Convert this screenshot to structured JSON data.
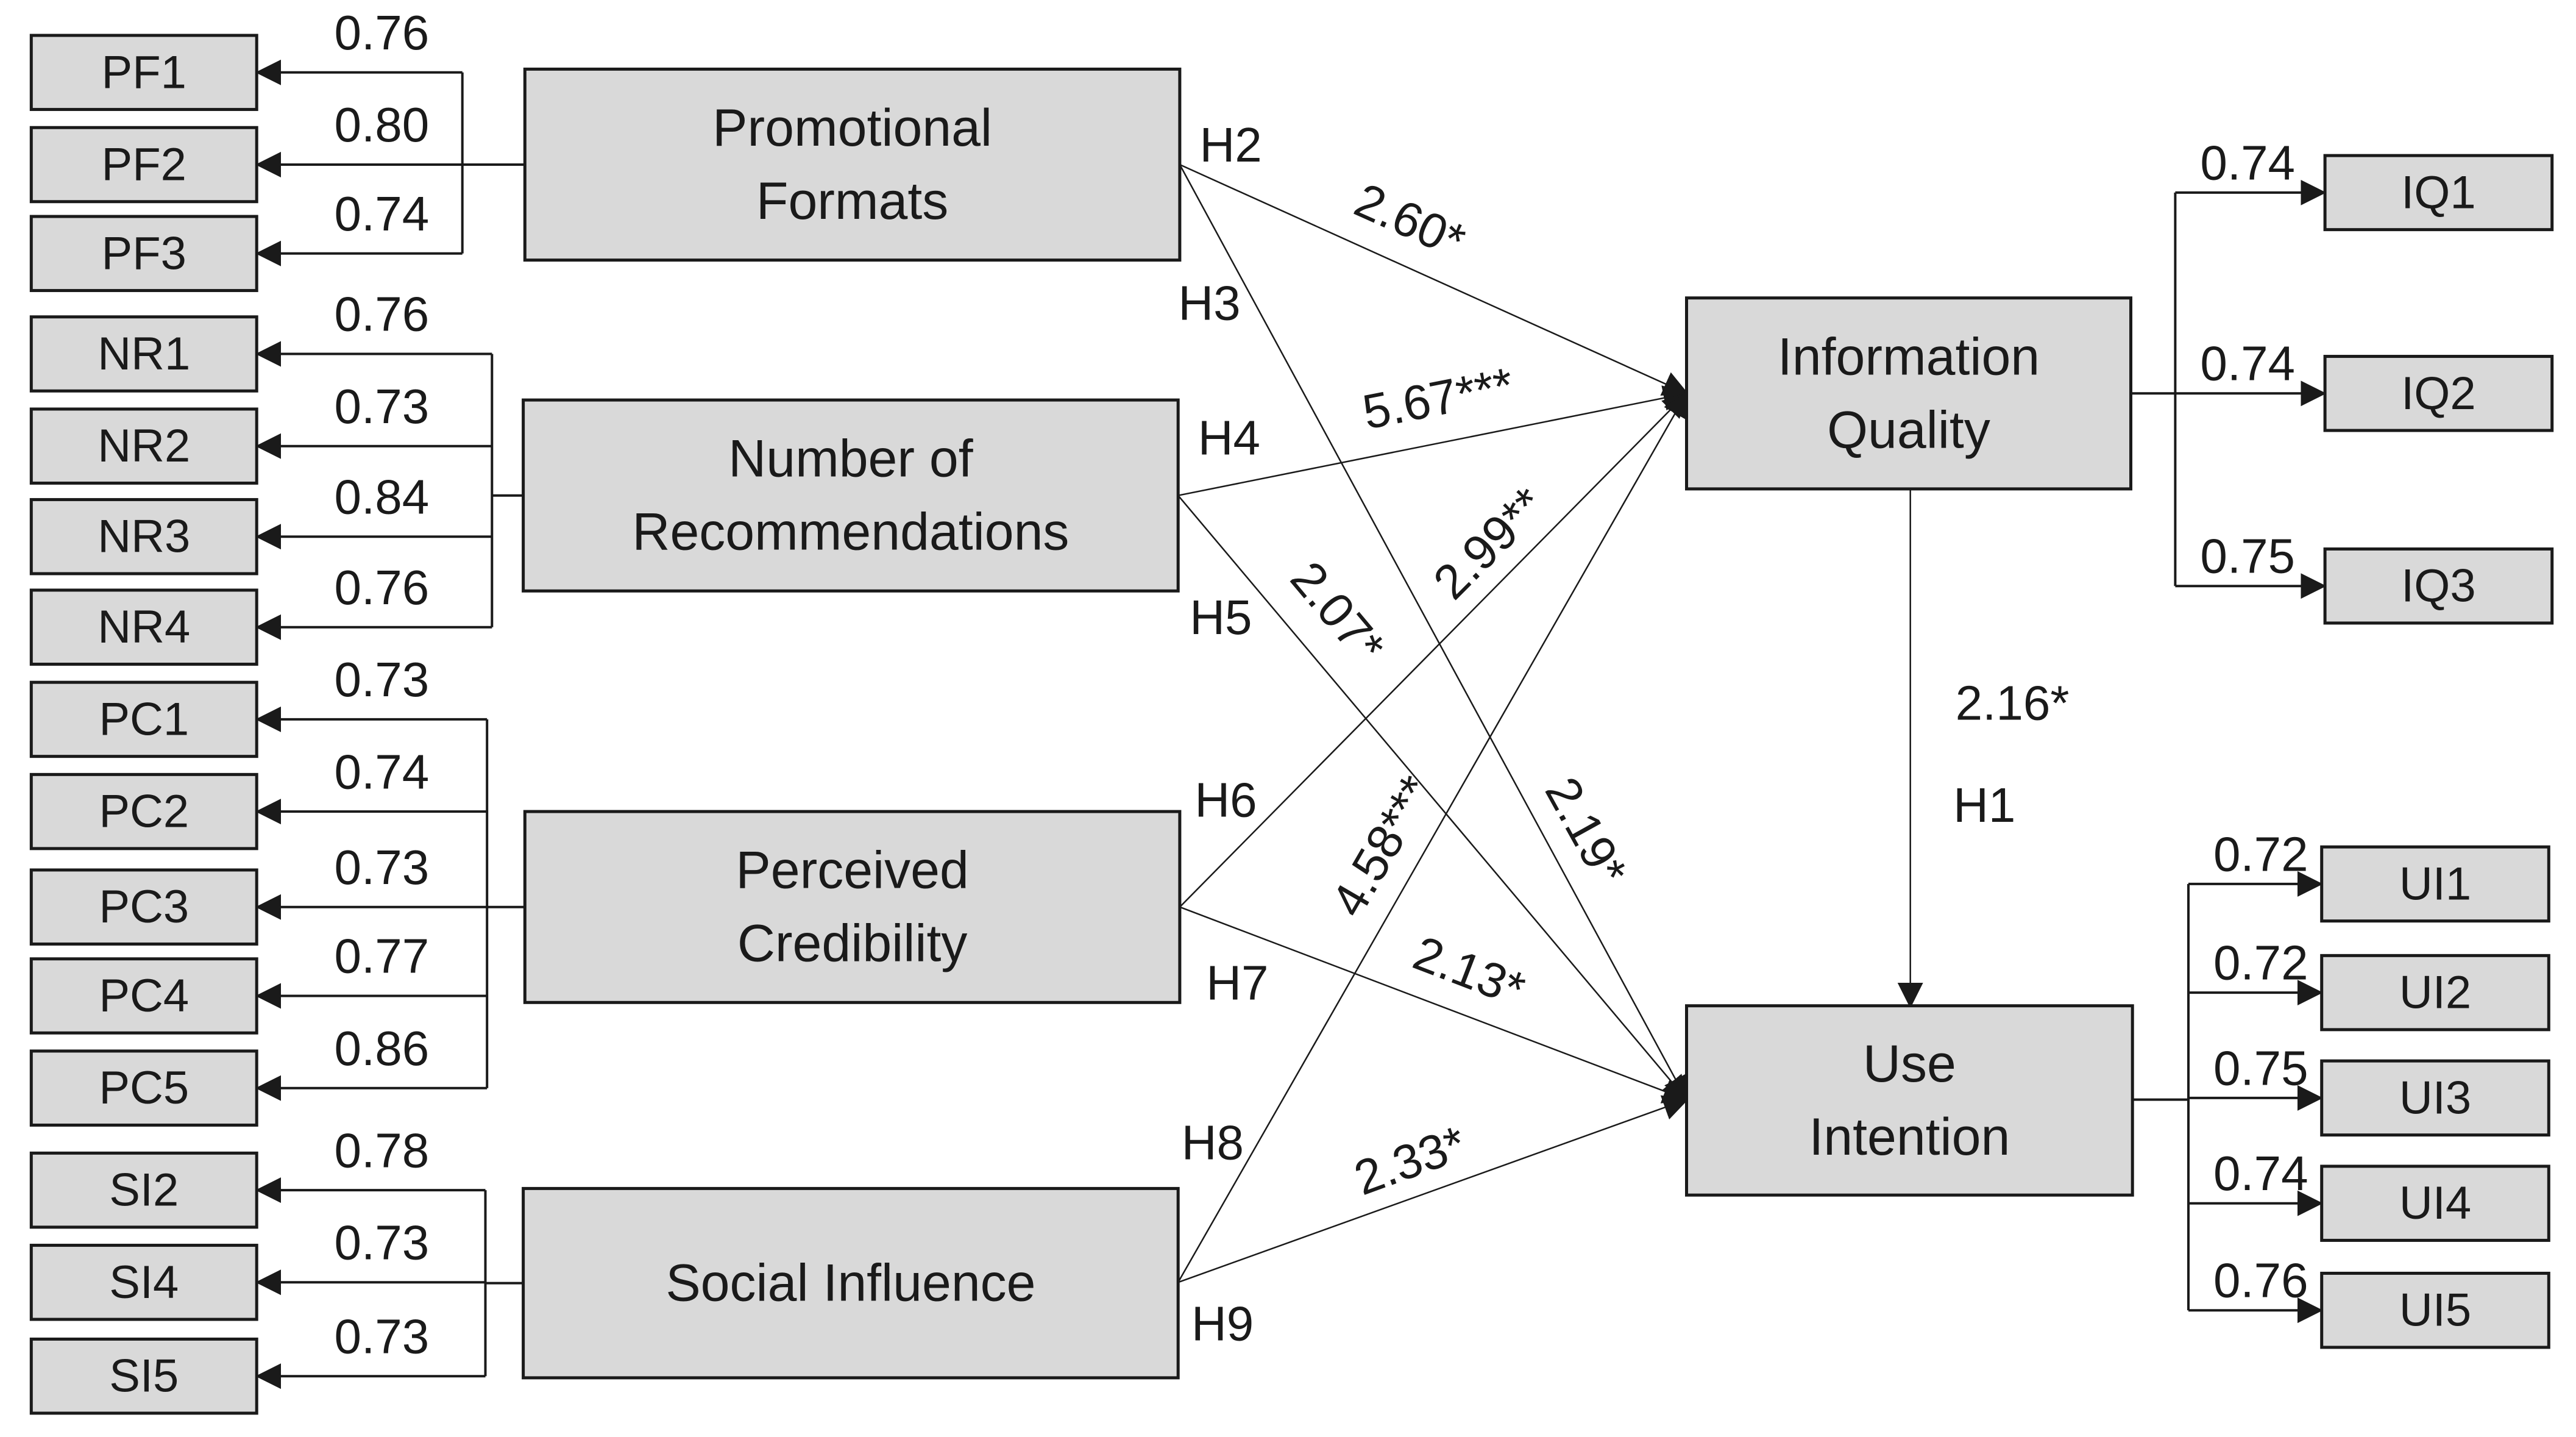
{
  "constructs": {
    "promotional_formats": [
      "Promotional",
      "Formats"
    ],
    "number_of_recommendations": [
      "Number of",
      "Recommendations"
    ],
    "perceived_credibility": [
      "Perceived",
      "Credibility"
    ],
    "social_influence": [
      "Social Influence"
    ],
    "information_quality": [
      "Information",
      "Quality"
    ],
    "use_intention": [
      "Use",
      "Intention"
    ]
  },
  "indicators": {
    "promotional_formats": [
      {
        "name": "PF1",
        "loading": "0.76"
      },
      {
        "name": "PF2",
        "loading": "0.80"
      },
      {
        "name": "PF3",
        "loading": "0.74"
      }
    ],
    "number_of_recommendations": [
      {
        "name": "NR1",
        "loading": "0.76"
      },
      {
        "name": "NR2",
        "loading": "0.73"
      },
      {
        "name": "NR3",
        "loading": "0.84"
      },
      {
        "name": "NR4",
        "loading": "0.76"
      }
    ],
    "perceived_credibility": [
      {
        "name": "PC1",
        "loading": "0.73"
      },
      {
        "name": "PC2",
        "loading": "0.74"
      },
      {
        "name": "PC3",
        "loading": "0.73"
      },
      {
        "name": "PC4",
        "loading": "0.77"
      },
      {
        "name": "PC5",
        "loading": "0.86"
      }
    ],
    "social_influence": [
      {
        "name": "SI2",
        "loading": "0.78"
      },
      {
        "name": "SI4",
        "loading": "0.73"
      },
      {
        "name": "SI5",
        "loading": "0.73"
      }
    ],
    "information_quality": [
      {
        "name": "IQ1",
        "loading": "0.74"
      },
      {
        "name": "IQ2",
        "loading": "0.74"
      },
      {
        "name": "IQ3",
        "loading": "0.75"
      }
    ],
    "use_intention": [
      {
        "name": "UI1",
        "loading": "0.72"
      },
      {
        "name": "UI2",
        "loading": "0.72"
      },
      {
        "name": "UI3",
        "loading": "0.75"
      },
      {
        "name": "UI4",
        "loading": "0.74"
      },
      {
        "name": "UI5",
        "loading": "0.76"
      }
    ]
  },
  "paths": [
    {
      "id": "H1",
      "from": "information_quality",
      "to": "use_intention",
      "coefficient": "2.16*"
    },
    {
      "id": "H2",
      "from": "promotional_formats",
      "to": "information_quality",
      "coefficient": "2.60*"
    },
    {
      "id": "H3",
      "from": "promotional_formats",
      "to": "use_intention",
      "coefficient": "2.19*"
    },
    {
      "id": "H4",
      "from": "number_of_recommendations",
      "to": "information_quality",
      "coefficient": "5.67***"
    },
    {
      "id": "H5",
      "from": "number_of_recommendations",
      "to": "use_intention",
      "coefficient": "2.07*"
    },
    {
      "id": "H6",
      "from": "perceived_credibility",
      "to": "information_quality",
      "coefficient": "2.99**"
    },
    {
      "id": "H7",
      "from": "perceived_credibility",
      "to": "use_intention",
      "coefficient": "2.13*"
    },
    {
      "id": "H8",
      "from": "social_influence",
      "to": "information_quality",
      "coefficient": "4.58***"
    },
    {
      "id": "H9",
      "from": "social_influence",
      "to": "use_intention",
      "coefficient": "2.33*"
    }
  ]
}
